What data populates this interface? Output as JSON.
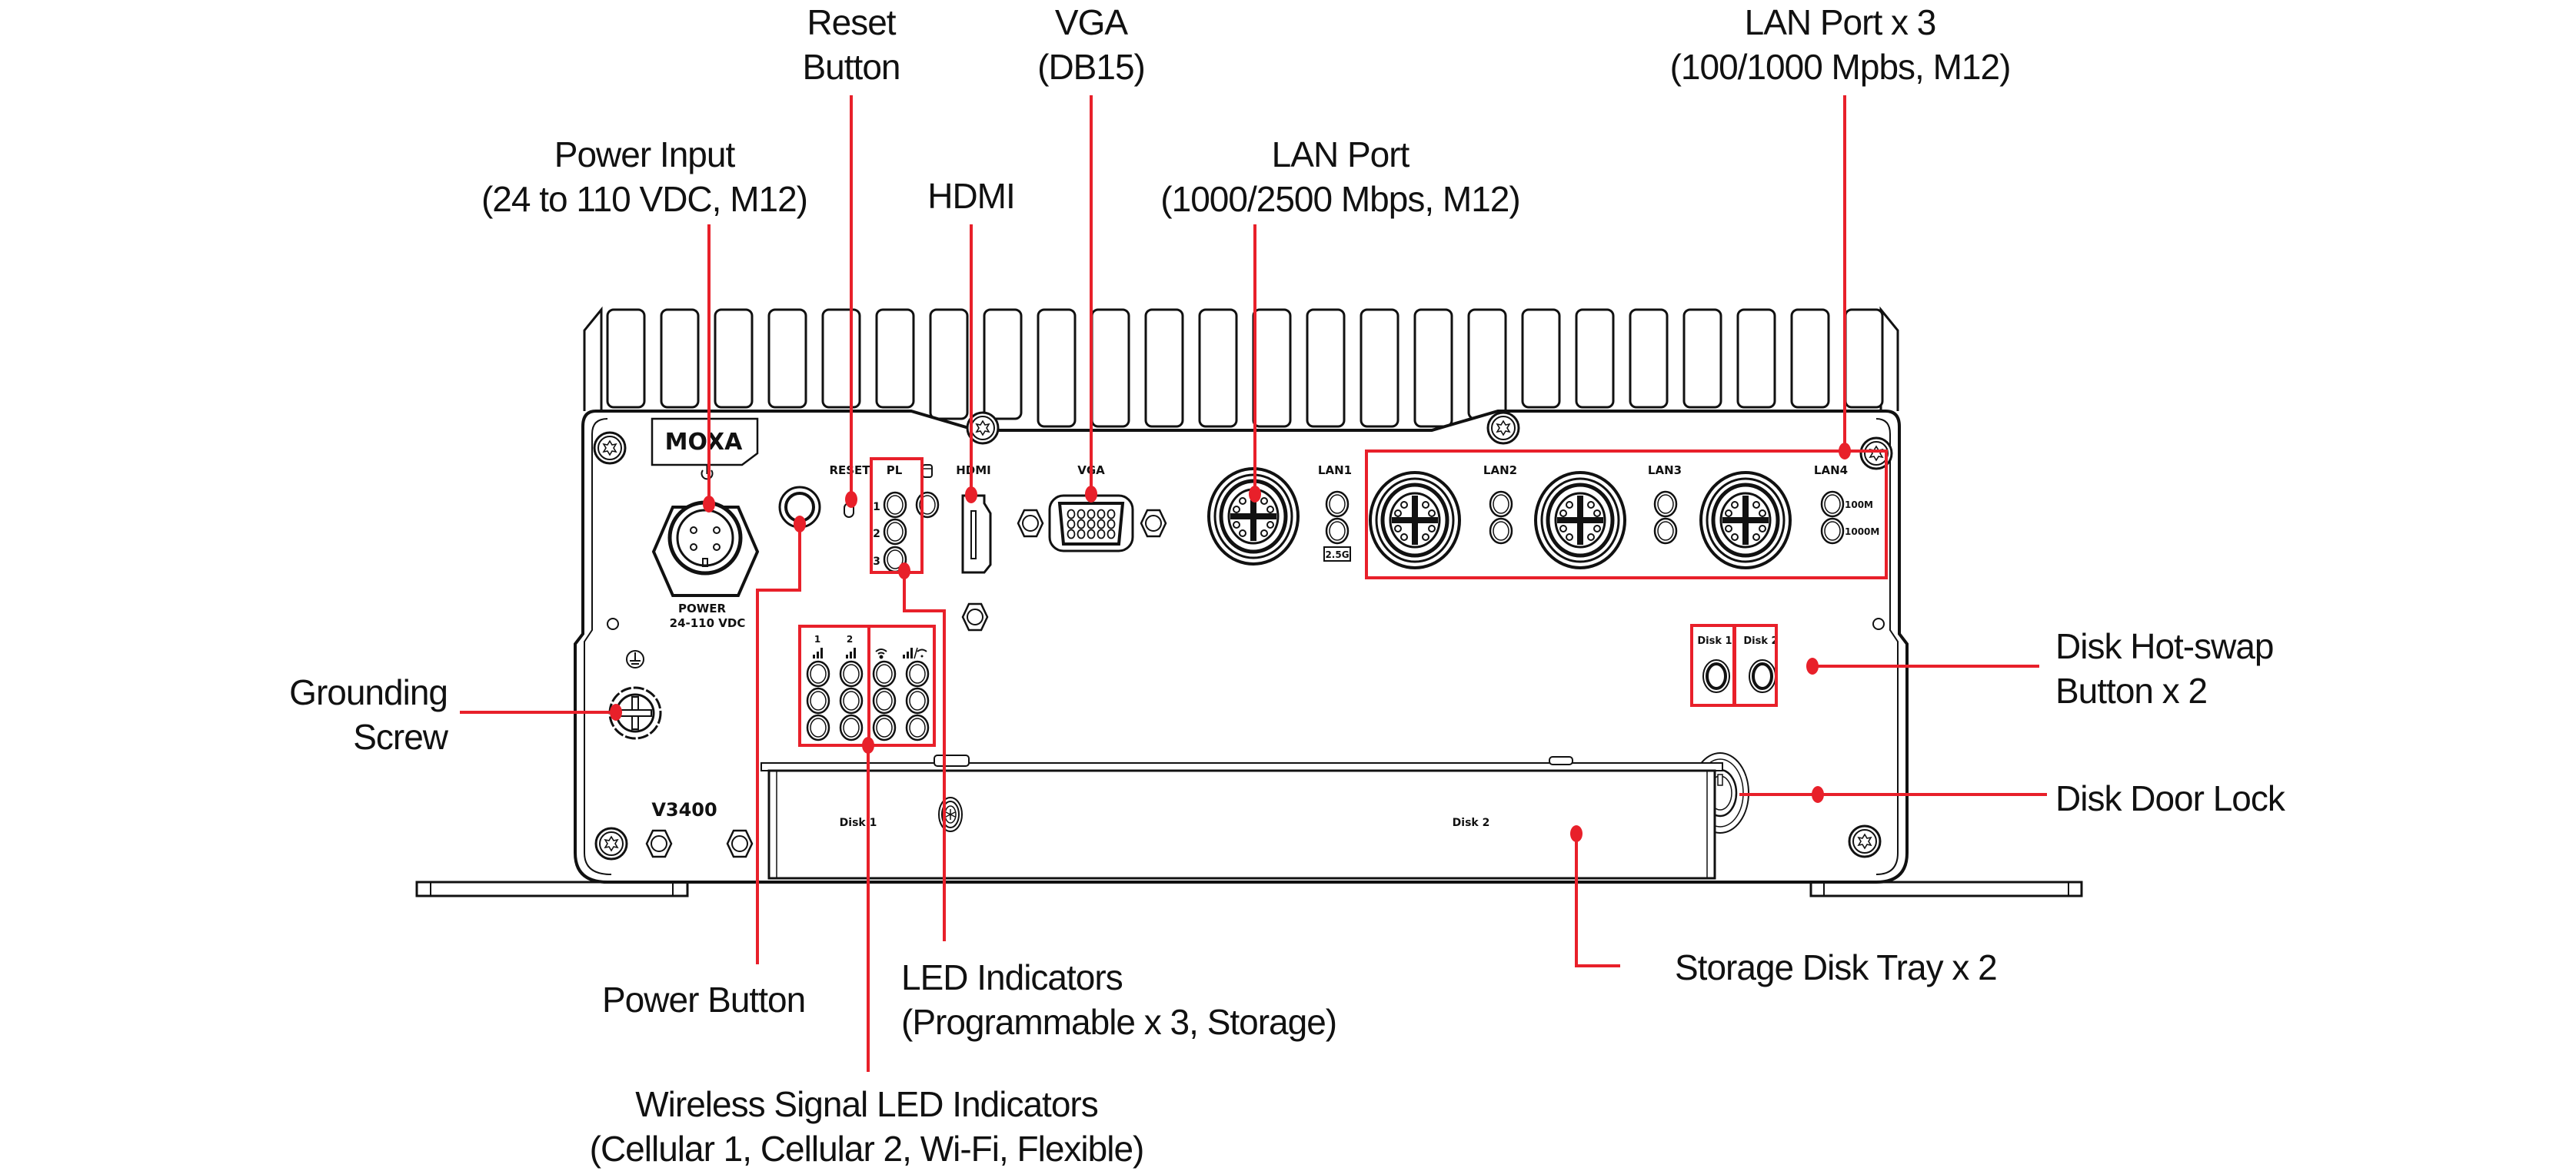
{
  "device": {
    "brand": "MOXA",
    "model": "V3400",
    "panel_labels": {
      "power_symbol": "⏻",
      "reset": "RESET",
      "pl": "PL",
      "pl_rows": [
        "1",
        "2",
        "3"
      ],
      "hdmi": "HDMI",
      "vga": "VGA",
      "lan1": "LAN1",
      "lan2": "LAN2",
      "lan3": "LAN3",
      "lan4": "LAN4",
      "lan1_speed": "2.5G",
      "lan4_led_100": "100M",
      "lan4_led_1000": "1000M",
      "power_line1": "POWER",
      "power_line2": "24-110 VDC",
      "wireless_col1": "1",
      "wireless_col2": "2",
      "disk1_button": "Disk 1",
      "disk2_button": "Disk 2",
      "tray_disk1": "Disk 1",
      "tray_disk2": "Disk 2"
    }
  },
  "callouts": {
    "reset": {
      "line1": "Reset",
      "line2": "Button"
    },
    "vga": {
      "line1": "VGA",
      "line2": "(DB15)"
    },
    "lan_x3": {
      "line1": "LAN Port x 3",
      "line2": "(100/1000 Mpbs, M12)"
    },
    "power_input": {
      "line1": "Power Input",
      "line2": "(24 to 110 VDC, M12)"
    },
    "hdmi": {
      "line1": "HDMI"
    },
    "lan1": {
      "line1": "LAN Port",
      "line2": "(1000/2500 Mbps, M12)"
    },
    "grounding": {
      "line1": "Grounding",
      "line2": "Screw"
    },
    "disk_hotswap": {
      "line1": "Disk Hot-swap",
      "line2": "Button x 2"
    },
    "disk_lock": {
      "line1": "Disk Door Lock"
    },
    "disk_tray": {
      "line1": "Storage Disk Tray x 2"
    },
    "power_button": {
      "line1": "Power Button"
    },
    "led_indicators": {
      "line1": "LED Indicators",
      "line2": "(Programmable x 3, Storage)"
    },
    "wireless_leds": {
      "line1": "Wireless Signal LED Indicators",
      "line2": "(Cellular 1, Cellular 2, Wi-Fi, Flexible)"
    }
  },
  "colors": {
    "callout": "#e8202a",
    "outline": "#111111"
  }
}
